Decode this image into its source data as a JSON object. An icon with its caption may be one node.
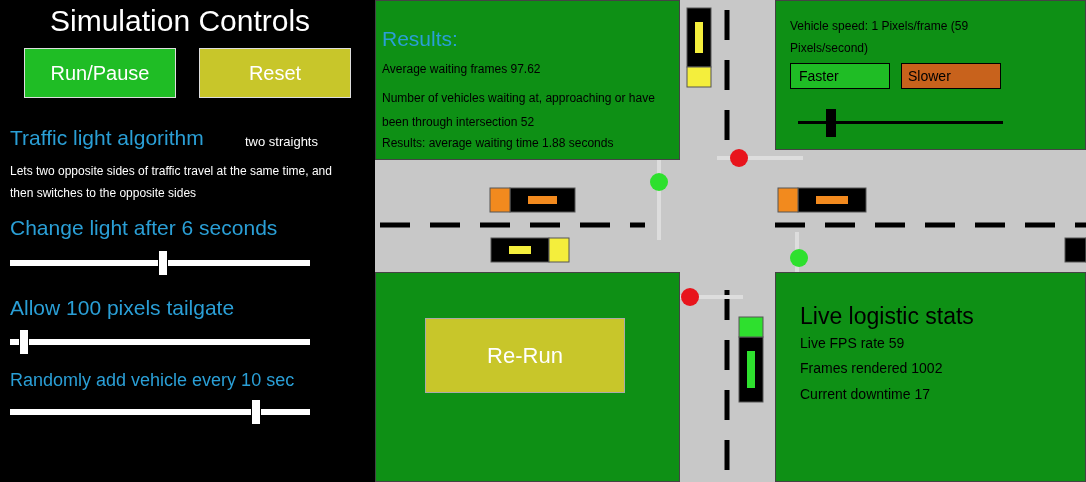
{
  "diagram": {
    "title": "Simulation Controls",
    "nodes": [
      {
        "text": [
          "Run/Pause"
        ]
      },
      {
        "text": [
          "Reset"
        ]
      },
      {
        "text": [
          "Results:",
          "Average waiting frames 97.62",
          "Number of vehicles waiting at, approaching or have been through intersection 52",
          "Results: average waiting time 1.88 seconds"
        ]
      },
      {
        "text": [
          "Vehicle speed: 1 Pixels/frame (59 Pixels/second)"
        ]
      },
      {
        "text": [
          "Faster"
        ],
        "in": 3
      },
      {
        "text": [
          "Slower"
        ],
        "in": 3
      },
      {
        "text": [],
        "shape": "box"
      },
      {
        "text": [
          "Re-Run"
        ],
        "in": 6
      },
      {
        "text": [
          "Live logistic stats",
          "Live FPS rate 59",
          "Frames rendered 1002",
          "Current downtime 17"
        ]
      }
    ],
    "edges": [],
    "labels": [
      "Traffic light algorithm",
      "two straights",
      "Lets two opposite sides of traffic travel at the same time, and then switches to the opposite sides",
      "Change light after 6 seconds",
      "Allow 100 pixels tailgate",
      "Randomly add vehicle every 10 sec"
    ]
  }
}
